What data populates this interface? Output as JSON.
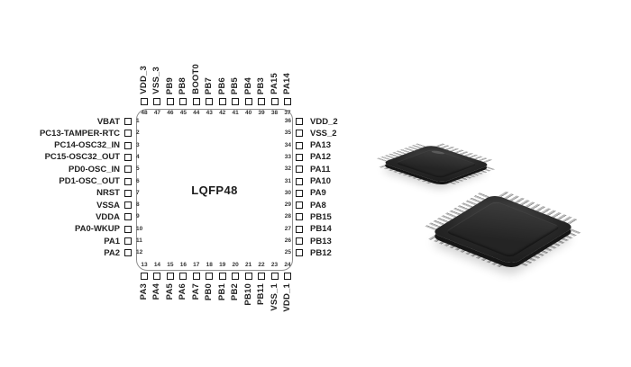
{
  "diagram": {
    "package_label": "LQFP48",
    "sides": {
      "top": [
        {
          "num": "48",
          "label": "VDD_3"
        },
        {
          "num": "47",
          "label": "VSS_3"
        },
        {
          "num": "46",
          "label": "PB9"
        },
        {
          "num": "45",
          "label": "PB8"
        },
        {
          "num": "44",
          "label": "BOOT0"
        },
        {
          "num": "43",
          "label": "PB7"
        },
        {
          "num": "42",
          "label": "PB6"
        },
        {
          "num": "41",
          "label": "PB5"
        },
        {
          "num": "40",
          "label": "PB4"
        },
        {
          "num": "39",
          "label": "PB3"
        },
        {
          "num": "38",
          "label": "PA15"
        },
        {
          "num": "37",
          "label": "PA14"
        }
      ],
      "left": [
        {
          "num": "1",
          "label": "VBAT"
        },
        {
          "num": "2",
          "label": "PC13-TAMPER-RTC"
        },
        {
          "num": "3",
          "label": "PC14-OSC32_IN"
        },
        {
          "num": "4",
          "label": "PC15-OSC32_OUT"
        },
        {
          "num": "5",
          "label": "PD0-OSC_IN"
        },
        {
          "num": "6",
          "label": "PD1-OSC_OUT"
        },
        {
          "num": "7",
          "label": "NRST"
        },
        {
          "num": "8",
          "label": "VSSA"
        },
        {
          "num": "9",
          "label": "VDDA"
        },
        {
          "num": "10",
          "label": "PA0-WKUP"
        },
        {
          "num": "11",
          "label": "PA1"
        },
        {
          "num": "12",
          "label": "PA2"
        }
      ],
      "right": [
        {
          "num": "36",
          "label": "VDD_2"
        },
        {
          "num": "35",
          "label": "VSS_2"
        },
        {
          "num": "34",
          "label": "PA13"
        },
        {
          "num": "33",
          "label": "PA12"
        },
        {
          "num": "32",
          "label": "PA11"
        },
        {
          "num": "31",
          "label": "PA10"
        },
        {
          "num": "30",
          "label": "PA9"
        },
        {
          "num": "29",
          "label": "PA8"
        },
        {
          "num": "28",
          "label": "PB15"
        },
        {
          "num": "27",
          "label": "PB14"
        },
        {
          "num": "26",
          "label": "PB13"
        },
        {
          "num": "25",
          "label": "PB12"
        }
      ],
      "bottom": [
        {
          "num": "13",
          "label": "PA3"
        },
        {
          "num": "14",
          "label": "PA4"
        },
        {
          "num": "15",
          "label": "PA5"
        },
        {
          "num": "16",
          "label": "PA6"
        },
        {
          "num": "17",
          "label": "PA7"
        },
        {
          "num": "18",
          "label": "PB0"
        },
        {
          "num": "19",
          "label": "PB1"
        },
        {
          "num": "20",
          "label": "PB2"
        },
        {
          "num": "21",
          "label": "PB10"
        },
        {
          "num": "22",
          "label": "PB11"
        },
        {
          "num": "23",
          "label": "VSS_1"
        },
        {
          "num": "24",
          "label": "VDD_1"
        }
      ]
    }
  },
  "colors": {
    "background": "#ffffff",
    "outline": "#8f8f8f",
    "pin_square_border": "#1a1a1a",
    "text": "#222222",
    "chip_package": "#2a2a2a",
    "pin_metal": "#b4b4b4"
  }
}
